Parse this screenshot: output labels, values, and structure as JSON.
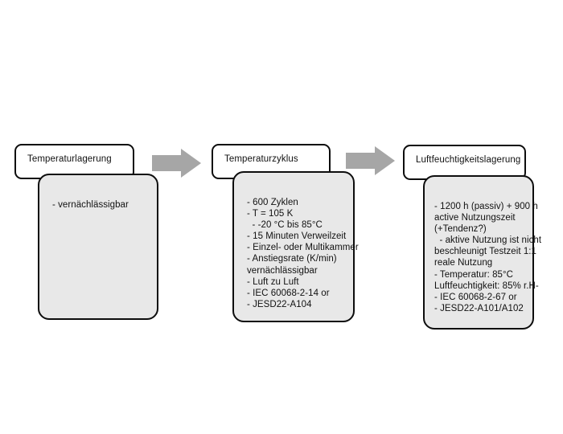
{
  "diagram": {
    "title": "",
    "background_color": "#ffffff",
    "card_fill": "#e8e8e8",
    "card_border": "#0d0d0d",
    "arrow_color": "#a6a6a6",
    "stages": [
      {
        "id": "temperaturlagerung",
        "title": "Temperaturlagerung",
        "lines": [
          "- vernächlässigbar"
        ]
      },
      {
        "id": "temperaturzyklus",
        "title": "Temperaturzyklus",
        "lines": [
          "- 600 Zyklen",
          "- T = 105 K",
          "  - -20 °C bis 85°C",
          "- 15 Minuten Verweilzeit",
          "- Einzel- oder Multikammer",
          "- Anstiegsrate (K/min)",
          "vernächlässigbar",
          "- Luft zu Luft",
          "- IEC 60068-2-14 or",
          "- JESD22-A104"
        ]
      },
      {
        "id": "luftfeuchtigkeitslagerung",
        "title": "Luftfeuchtigkeitslagerung",
        "lines": [
          "- 1200 h (passiv) + 900 h",
          "active Nutzungszeit",
          "(+Tendenz?)",
          "  - aktive Nutzung ist nicht",
          "beschleunigt Testzeit 1:1",
          "reale Nutzung",
          "- Temperatur: 85°C",
          "Luftfeuchtigkeit: 85% r.H-",
          "- IEC 60068-2-67 or",
          "- JESD22-A101/A102"
        ]
      }
    ],
    "arrows": [
      {
        "id": "arrow-1",
        "from": "temperaturlagerung",
        "to": "temperaturzyklus"
      },
      {
        "id": "arrow-2",
        "from": "temperaturzyklus",
        "to": "luftfeuchtigkeitslagerung"
      }
    ]
  }
}
